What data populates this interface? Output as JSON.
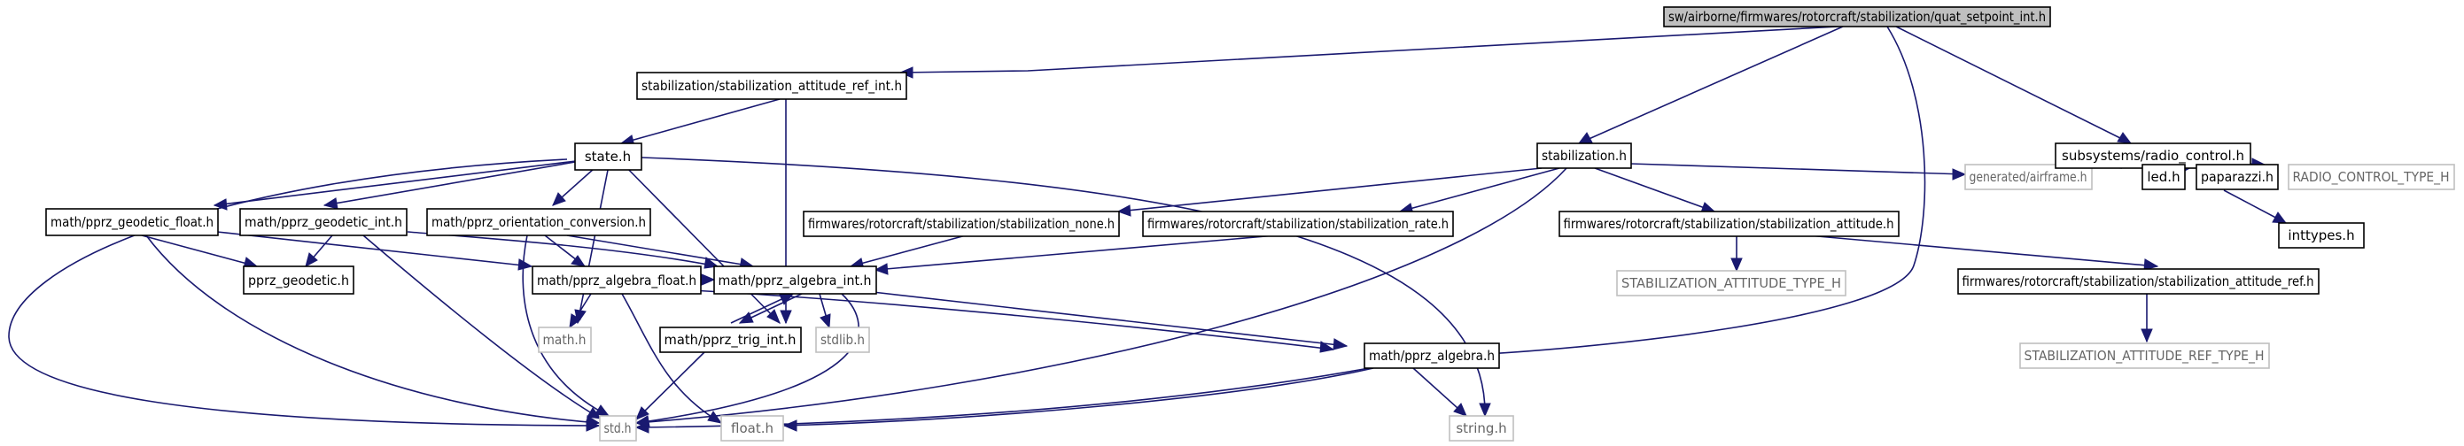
{
  "colors": {
    "edge": "#191970",
    "box_stroke": "#000000",
    "box_fill": "#ffffff",
    "root_fill": "#bfbfbf",
    "missing_stroke": "#bfbfbf",
    "missing_text": "#666666"
  },
  "nodes": {
    "n0": "sw/airborne/firmwares/rotorcraft/stabilization/quat_setpoint_int.h",
    "n1": "stabilization/stabilization_attitude_ref_int.h",
    "n2": "state.h",
    "n3": "math/pprz_geodetic_float.h",
    "n4": "math/pprz_geodetic_int.h",
    "n5": "math/pprz_orientation_conversion.h",
    "n6": "pprz_geodetic.h",
    "n7": "math/pprz_algebra_float.h",
    "n8": "math/pprz_algebra_int.h",
    "n9": "math.h",
    "n10": "math/pprz_trig_int.h",
    "n11": "stdlib.h",
    "n12": "std.h",
    "n13": "float.h",
    "n14": "math/pprz_algebra.h",
    "n15": "string.h",
    "n16": "stabilization.h",
    "n17": "firmwares/rotorcraft/stabilization/stabilization_none.h",
    "n18": "firmwares/rotorcraft/stabilization/stabilization_rate.h",
    "n19": "firmwares/rotorcraft/stabilization/stabilization_attitude.h",
    "n20": "generated/airframe.h",
    "n21": "STABILIZATION_ATTITUDE_TYPE_H",
    "n22": "firmwares/rotorcraft/stabilization/stabilization_attitude_ref.h",
    "n23": "STABILIZATION_ATTITUDE_REF_TYPE_H",
    "n24": "subsystems/radio_control.h",
    "n25": "led.h",
    "n26": "paparazzi.h",
    "n27": "RADIO_CONTROL_TYPE_H",
    "n28": "inttypes.h"
  }
}
